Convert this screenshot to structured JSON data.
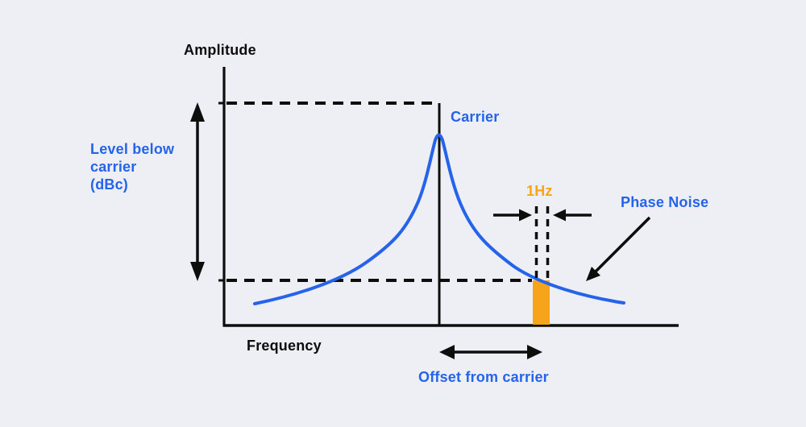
{
  "diagram": {
    "y_axis_label": "Amplitude",
    "x_axis_label": "Frequency",
    "labels": {
      "level_below_carrier": "Level below\ncarrier\n(dBc)",
      "carrier": "Carrier",
      "one_hz_bandwidth": "1Hz",
      "phase_noise": "Phase Noise",
      "offset_from_carrier": "Offset from carrier"
    },
    "colors": {
      "background": "#edeff4",
      "accent_blue": "#2563eb",
      "accent_orange": "#f6a41a",
      "line_black": "#0d0d0d"
    }
  }
}
